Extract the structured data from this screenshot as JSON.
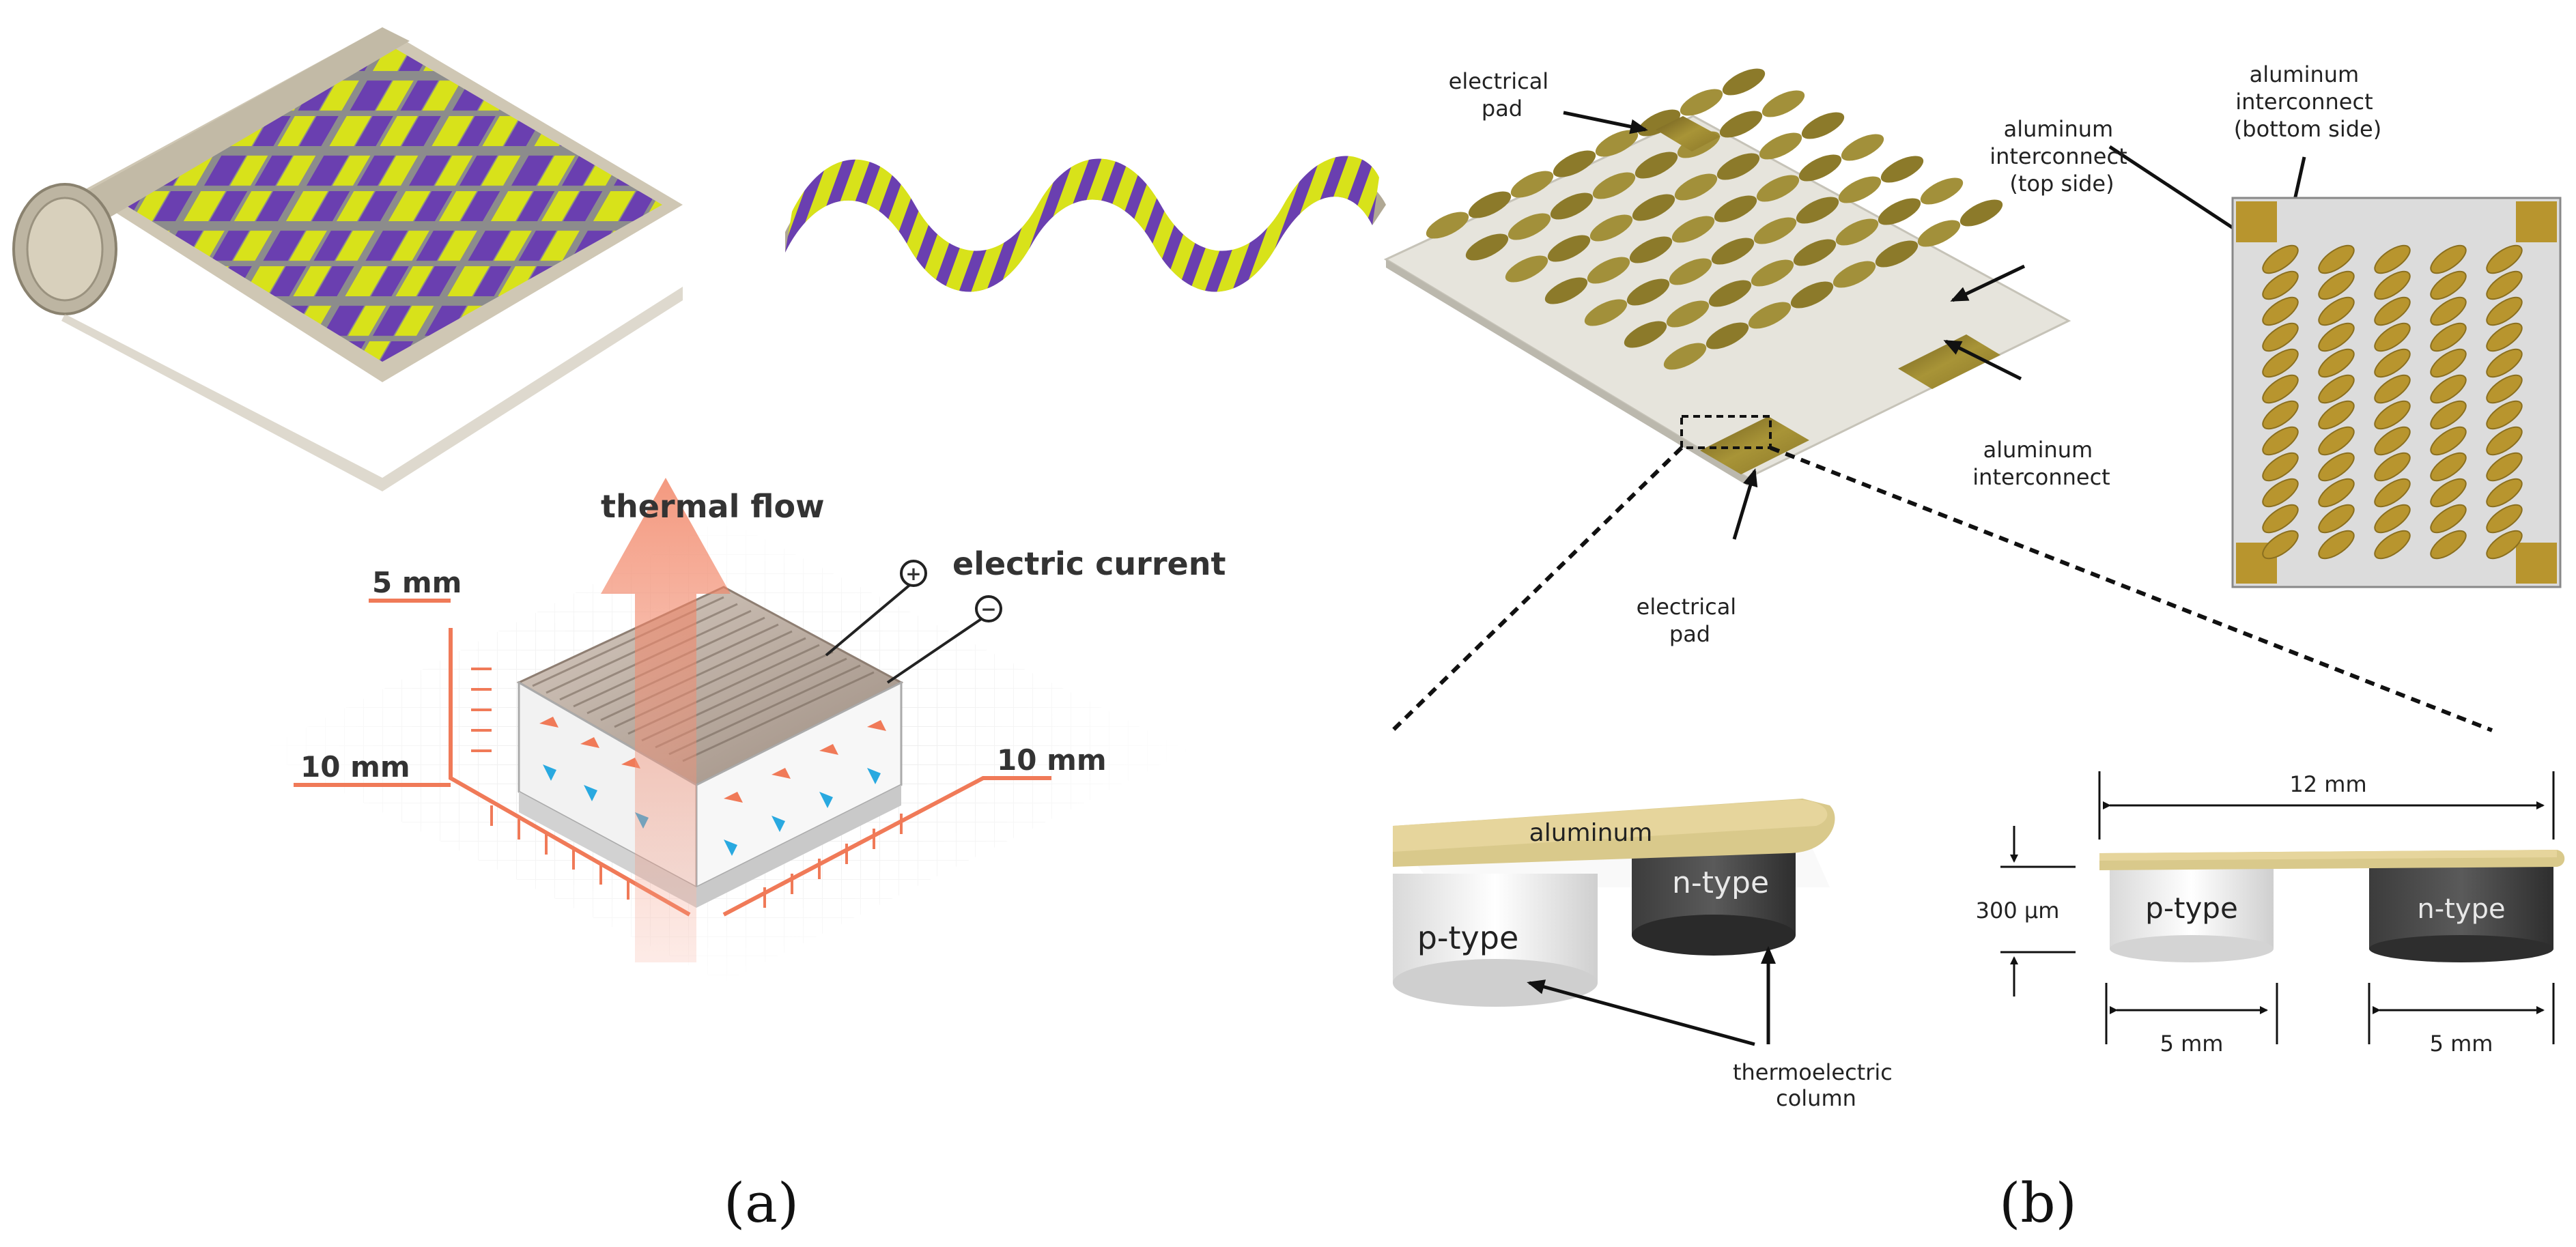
{
  "panel_a": {
    "caption": "(a)",
    "thermal_flow": "thermal flow",
    "electric_current": "electric current",
    "plus": "+",
    "minus": "−",
    "dim_height": "5 mm",
    "dim_left": "10 mm",
    "dim_right": "10 mm"
  },
  "panel_b": {
    "caption": "(b)",
    "electrical_pad_top": [
      "electrical",
      "pad"
    ],
    "electrical_pad_bottom": [
      "electrical",
      "pad"
    ],
    "al_top_side": [
      "aluminum",
      "interconnect",
      "(top side)"
    ],
    "al_bottom_side": [
      "aluminum",
      "interconnect",
      "(bottom side)"
    ],
    "al_interconnect": [
      "aluminum",
      "interconnect"
    ],
    "aluminum": "aluminum",
    "p_type": "p-type",
    "n_type": "n-type",
    "thermo_column": [
      "thermoelectric",
      "column"
    ],
    "dim_12mm": "12 mm",
    "dim_300um": "300 µm",
    "dim_5mm_left": "5 mm",
    "dim_5mm_right": "5 mm"
  },
  "colors": {
    "purple": "#6a3fb0",
    "yellow": "#d8e21a",
    "gold": "#a08a2c",
    "aluminum_cap": "#e6d59c",
    "accent_orange": "#f07a58"
  }
}
